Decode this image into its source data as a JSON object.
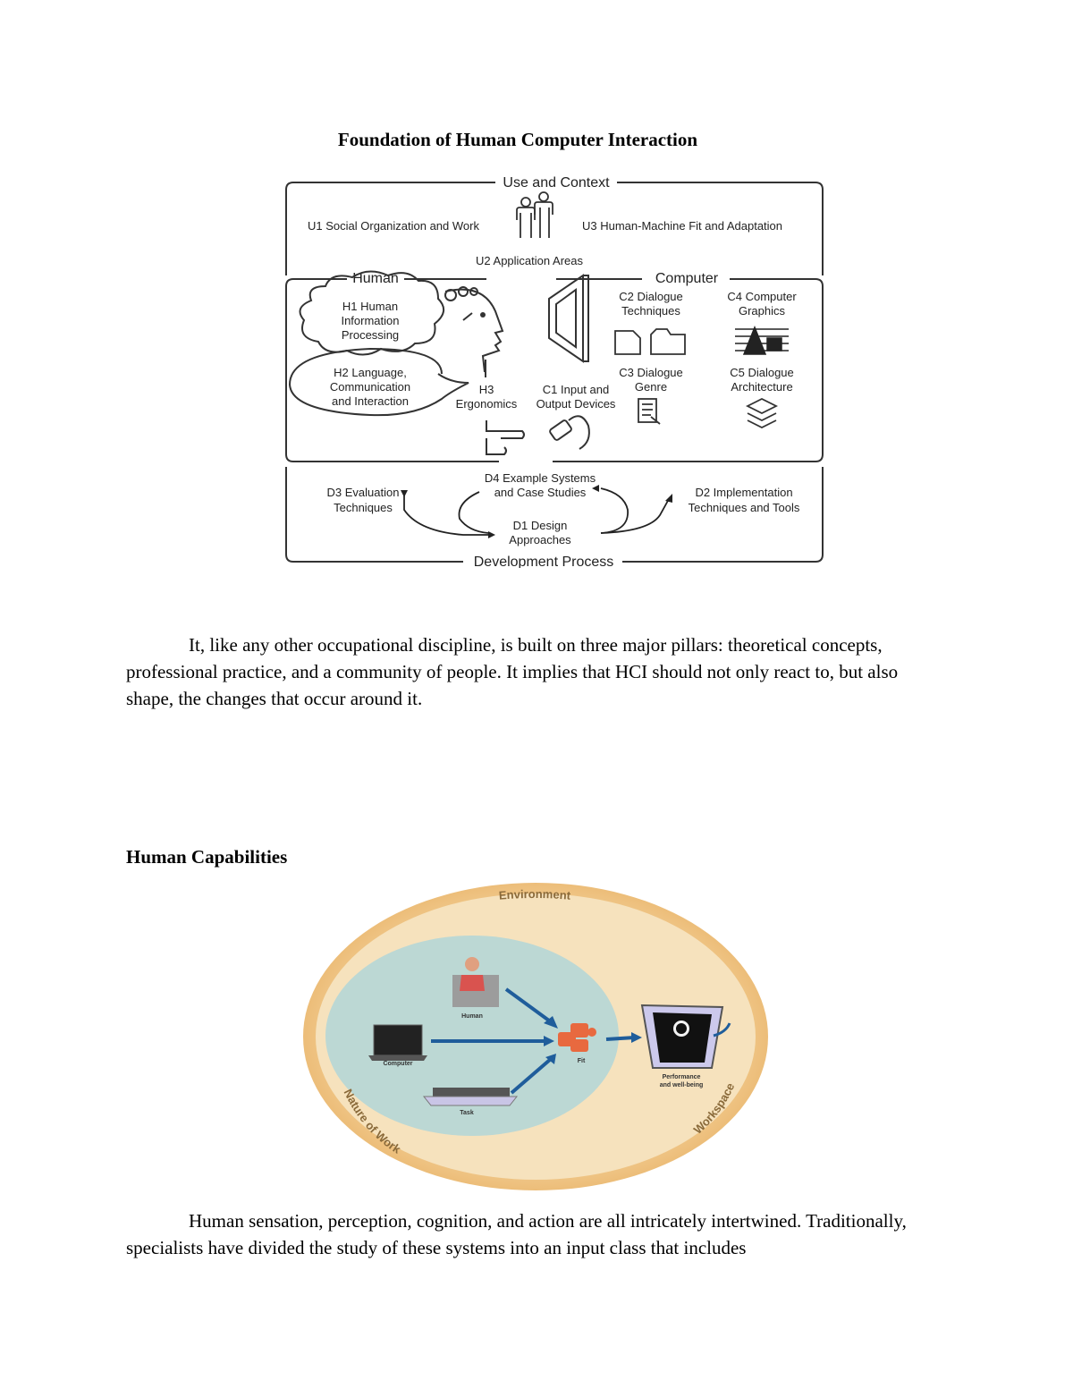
{
  "hci_figure": {
    "title": "Foundation of Human Computer Interaction",
    "use_context": {
      "label": "Use and Context",
      "u1": "U1 Social Organization and Work",
      "u2": "U2 Application Areas",
      "u3": "U3 Human-Machine Fit and Adaptation"
    },
    "human": {
      "label": "Human",
      "h1": [
        "H1 Human",
        "Information",
        "Processing"
      ],
      "h2": [
        "H2 Language,",
        "Communication",
        "and Interaction"
      ],
      "h3": [
        "H3",
        "Ergonomics"
      ]
    },
    "computer": {
      "label": "Computer",
      "c1": [
        "C1 Input and",
        "Output Devices"
      ],
      "c2": [
        "C2 Dialogue",
        "Techniques"
      ],
      "c3": [
        "C3 Dialogue",
        "Genre"
      ],
      "c4": [
        "C4 Computer",
        "Graphics"
      ],
      "c5": [
        "C5 Dialogue",
        "Architecture"
      ]
    },
    "development": {
      "label": "Development Process",
      "d1": [
        "D1 Design",
        "Approaches"
      ],
      "d2": [
        "D2 Implementation",
        "Techniques and Tools"
      ],
      "d3": [
        "D3 Evaluation",
        "Techniques"
      ],
      "d4": [
        "D4 Example Systems",
        "and Case Studies"
      ]
    }
  },
  "paragraph1": "It, like any other occupational discipline, is built on three major pillars: theoretical concepts, professional practice, and a community of people. It implies that HCI should not only react to, but also shape, the changes that occur around it.",
  "section_heading": "Human Capabilities",
  "capabilities_figure": {
    "environment": "Environment",
    "nature_of_work": "Nature of Work",
    "workspace": "Workspace",
    "human": "Human",
    "computer": "Computer",
    "task": "Task",
    "fit": "Fit",
    "performance": [
      "Performance",
      "and well-being"
    ]
  },
  "paragraph2": "Human sensation, perception, cognition, and action are all intricately intertwined. Traditionally, specialists have divided the study of these systems into an input class that includes"
}
